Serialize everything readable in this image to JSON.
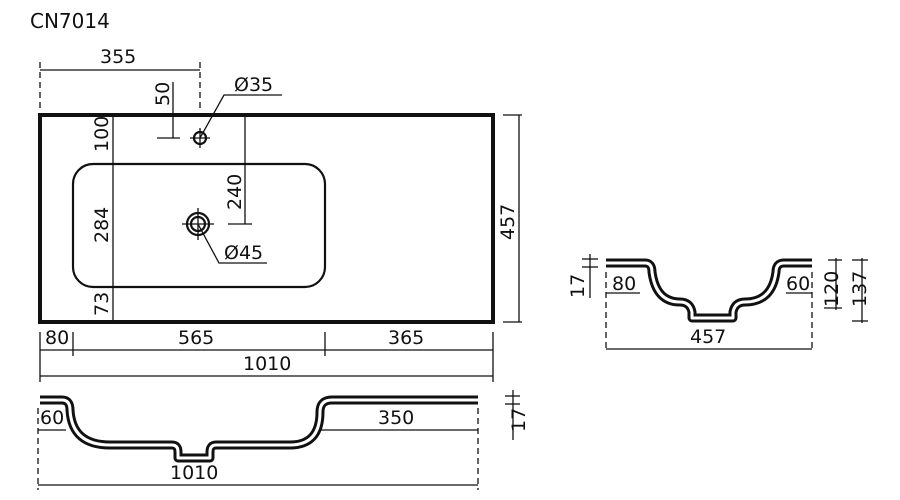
{
  "title": "CN7014",
  "top_view": {
    "dim_tap_offset": "355",
    "dim_tap_from_edge": "50",
    "tap_hole_diameter": "Ø35",
    "drain_diameter": "Ø45",
    "dim_top_margin": "100",
    "dim_bowl_depth": "284",
    "dim_bottom_margin": "73",
    "dim_drain_from_edge": "240",
    "dim_depth": "457",
    "dim_left_margin": "80",
    "dim_bowl_width": "565",
    "dim_right_shelf": "365",
    "dim_total_width": "1010"
  },
  "front_section": {
    "dim_left": "60",
    "dim_right_shelf": "350",
    "dim_total_width": "1010",
    "dim_thickness": "17"
  },
  "side_section": {
    "dim_thickness": "17",
    "dim_front": "80",
    "dim_back": "60",
    "dim_bowl_height": "120",
    "dim_total_height": "137",
    "dim_depth": "457"
  }
}
